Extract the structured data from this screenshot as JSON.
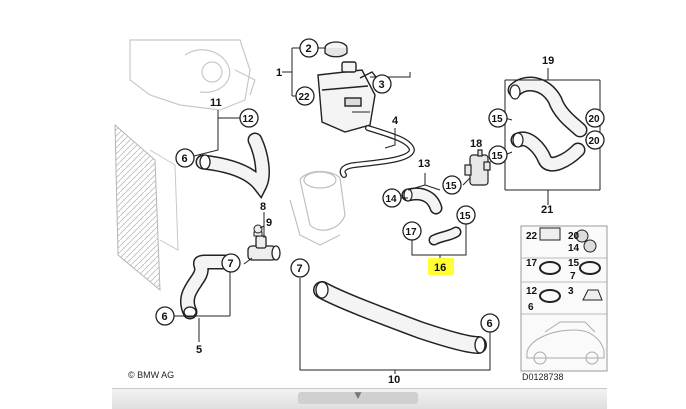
{
  "labels": {
    "c1": "1",
    "c2": "2",
    "c3": "3",
    "c4": "4",
    "c5": "5",
    "c6a": "6",
    "c6b": "6",
    "c7a": "7",
    "c7b": "7",
    "c8": "8",
    "c9": "9",
    "c10": "10",
    "c11": "11",
    "c12": "12",
    "c13": "13",
    "c14": "14",
    "c15a": "15",
    "c15b": "15",
    "c15c": "15",
    "c15d": "15",
    "c16": "16",
    "c17": "17",
    "c18": "18",
    "c19": "19",
    "c20a": "20",
    "c20b": "20",
    "c21": "21",
    "c22": "22"
  },
  "inset": {
    "r1": [
      "22",
      "20",
      "14"
    ],
    "r2": [
      "17",
      "15",
      "7"
    ],
    "r3": [
      "12",
      "6",
      "3"
    ]
  },
  "copyright": "© BMW AG",
  "diagram_id": "D0128738",
  "highlight_color": "#ffff33",
  "scroll_arrow": "▼"
}
